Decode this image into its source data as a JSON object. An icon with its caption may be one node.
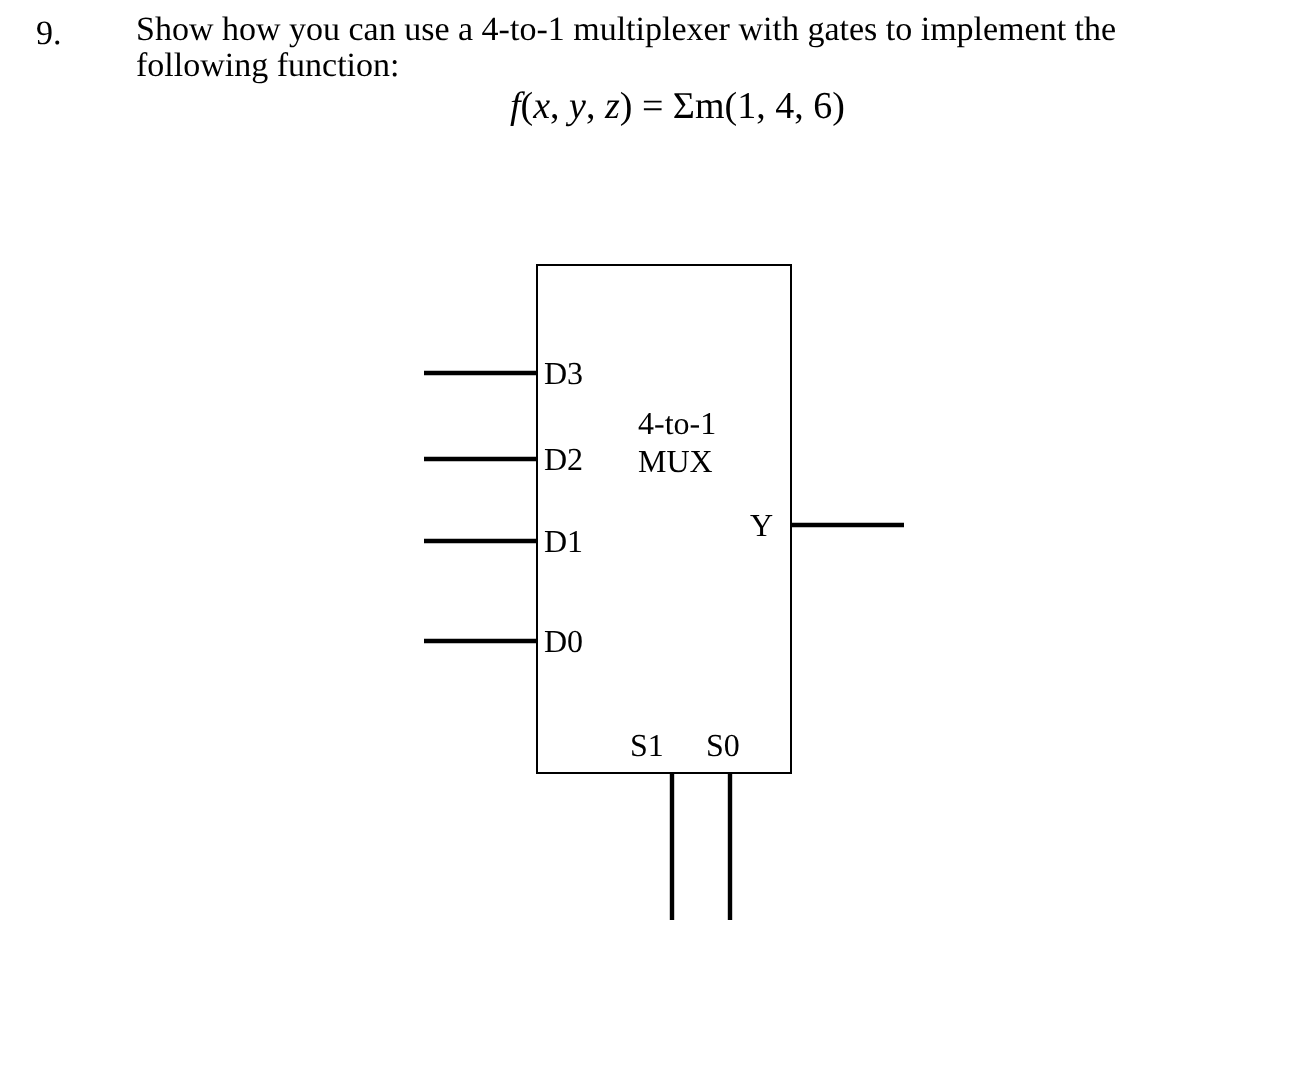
{
  "diagram": {
    "nodes": [
      {
        "text": [
          "4-to-1 MUX"
        ]
      },
      {
        "text": [
          "D3"
        ],
        "in": 0
      },
      {
        "text": [
          "D2"
        ],
        "in": 0
      },
      {
        "text": [
          "D1"
        ],
        "in": 0
      },
      {
        "text": [
          "D0"
        ],
        "in": 0
      },
      {
        "text": [
          "Y"
        ],
        "in": 0
      },
      {
        "text": [
          "S1"
        ],
        "in": 0
      },
      {
        "text": [
          "S0"
        ],
        "in": 0
      }
    ],
    "edges": [
      {
        "from": null,
        "to": 1,
        "arrow": "none"
      },
      {
        "from": null,
        "to": 2,
        "arrow": "none"
      },
      {
        "from": null,
        "to": 3,
        "arrow": "none"
      },
      {
        "from": null,
        "to": 4,
        "arrow": "none"
      },
      {
        "from": 5,
        "to": null,
        "arrow": "none"
      },
      {
        "from": null,
        "to": 6,
        "arrow": "none"
      },
      {
        "from": null,
        "to": 7,
        "arrow": "none"
      }
    ],
    "labels": [
      "9.",
      "Show how you can use a 4-to-1 multiplexer with gates to implement the following function:",
      "*f*(*x*, *y*, *z*) = Σm(1, 4, 6)"
    ]
  }
}
